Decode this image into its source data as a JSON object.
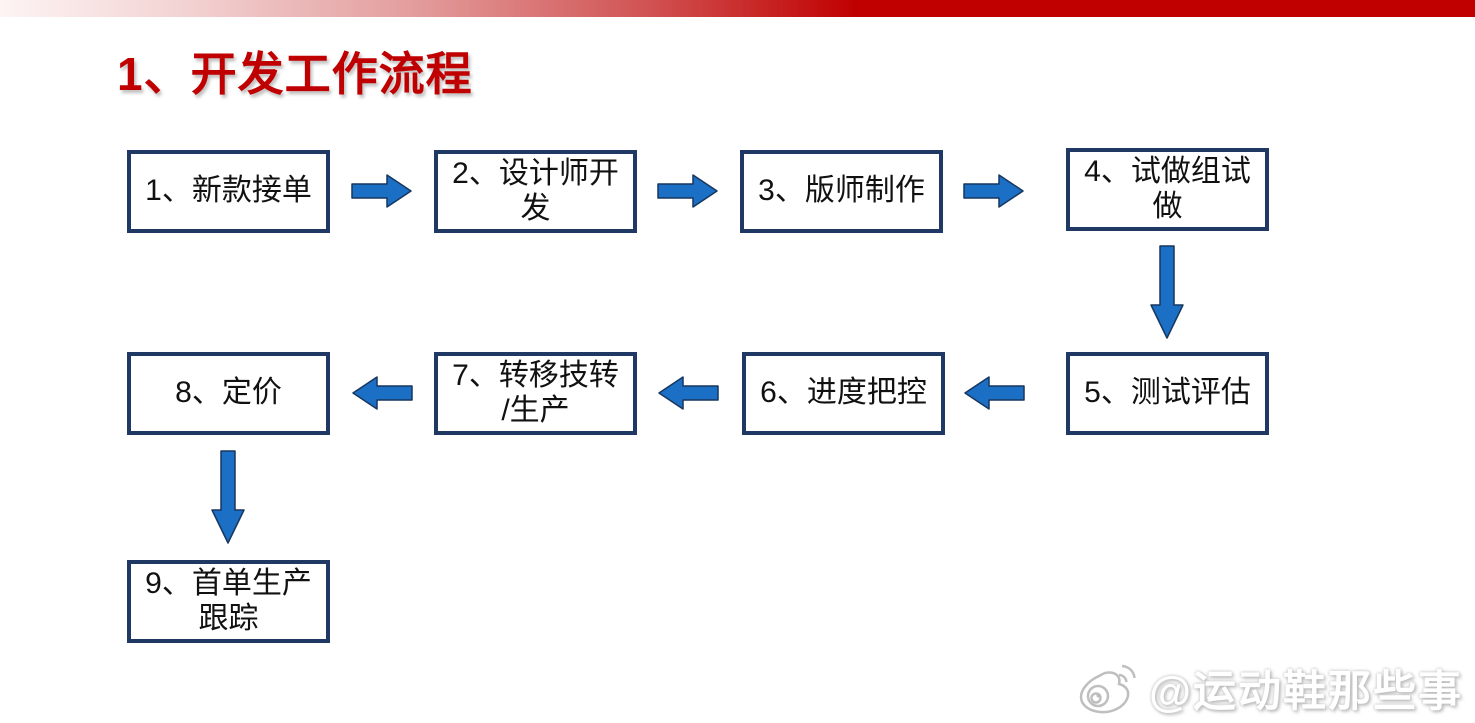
{
  "title": "1、开发工作流程",
  "colors": {
    "accent_red": "#c00000",
    "box_border": "#1f3864",
    "arrow_fill": "#1b6fc5",
    "arrow_stroke": "#17375e"
  },
  "flow": {
    "boxes": [
      {
        "id": "1",
        "label": "1、新款接单"
      },
      {
        "id": "2",
        "label": "2、设计师开\n发"
      },
      {
        "id": "3",
        "label": "3、版师制作"
      },
      {
        "id": "4",
        "label": "4、试做组试\n做"
      },
      {
        "id": "5",
        "label": "5、测试评估"
      },
      {
        "id": "6",
        "label": "6、进度把控"
      },
      {
        "id": "7",
        "label": "7、转移技转\n/生产"
      },
      {
        "id": "8",
        "label": "8、定价"
      },
      {
        "id": "9",
        "label": "9、首单生产\n跟踪"
      }
    ],
    "connections": [
      {
        "from": "1",
        "to": "2",
        "direction": "right"
      },
      {
        "from": "2",
        "to": "3",
        "direction": "right"
      },
      {
        "from": "3",
        "to": "4",
        "direction": "right"
      },
      {
        "from": "4",
        "to": "5",
        "direction": "down"
      },
      {
        "from": "5",
        "to": "6",
        "direction": "left"
      },
      {
        "from": "6",
        "to": "7",
        "direction": "left"
      },
      {
        "from": "7",
        "to": "8",
        "direction": "left"
      },
      {
        "from": "8",
        "to": "9",
        "direction": "down"
      }
    ]
  },
  "watermark": {
    "icon": "weibo-icon",
    "text": "@运动鞋那些事"
  }
}
